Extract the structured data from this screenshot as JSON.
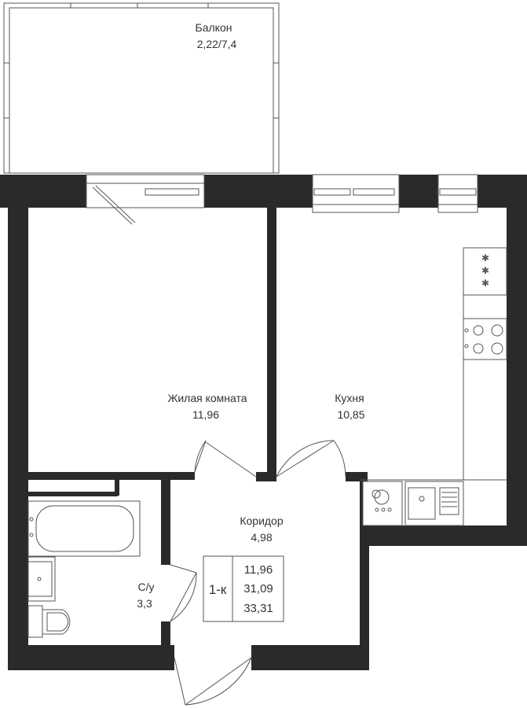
{
  "rooms": {
    "balcony": {
      "name": "Балкон",
      "area": "2,22/7,4"
    },
    "living": {
      "name": "Жилая комната",
      "area": "11,96"
    },
    "kitchen": {
      "name": "Кухня",
      "area": "10,85"
    },
    "corridor": {
      "name": "Коридор",
      "area": "4,98"
    },
    "bathroom": {
      "name": "С/у",
      "area": "3,3"
    }
  },
  "summary": {
    "type": "1-к",
    "living_area": "11,96",
    "area_without_balcony": "31,09",
    "total_area": "33,31"
  },
  "colors": {
    "wall": "#2a2a2a",
    "line": "#555555",
    "text": "#333333"
  }
}
